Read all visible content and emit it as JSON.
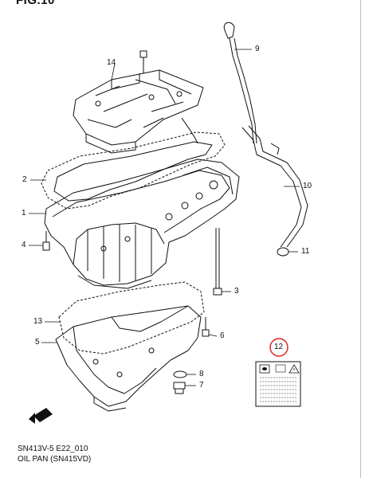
{
  "figure": {
    "header": "FIG.10",
    "code": "SN413V-5 E22_010",
    "title": "OIL PAN (SN415VD)"
  },
  "callouts": [
    "14",
    "9",
    "2",
    "1",
    "4",
    "10",
    "11",
    "3",
    "13",
    "5",
    "6",
    "8",
    "7",
    "12"
  ],
  "highlight_callout": "12",
  "colors": {
    "line": "#111111",
    "highlight": "#e0201a",
    "rule": "#bdbdbd"
  },
  "icons": [
    "front-arrow-icon",
    "caution-label-icon"
  ]
}
